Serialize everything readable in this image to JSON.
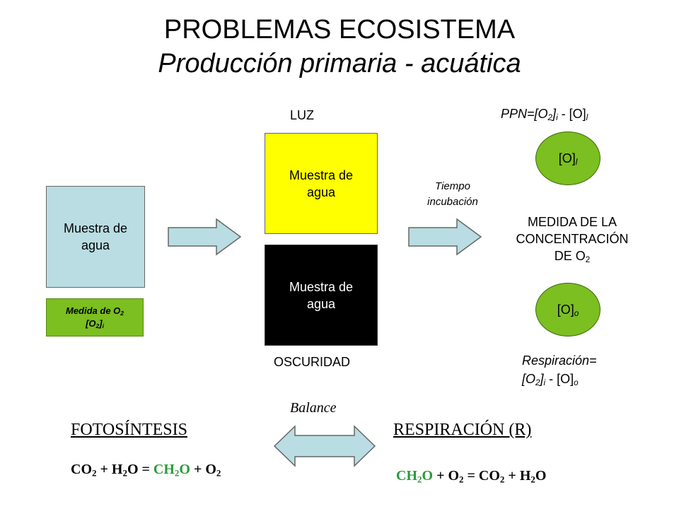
{
  "title": {
    "line1": "PROBLEMAS ECOSISTEMA",
    "line2": "Producción primaria - acuática"
  },
  "initial_sample": {
    "label": "Muestra de agua"
  },
  "initial_measure": {
    "line1_text": "Medida de O",
    "line1_sub": "2",
    "line2_open": "[O",
    "line2_sub": "2",
    "line2_close": "]",
    "line2_index": "i"
  },
  "light": {
    "label": "LUZ",
    "sample_label": "Muestra de agua"
  },
  "dark": {
    "label": "OSCURIDAD",
    "sample_label": "Muestra de agua"
  },
  "incubation": {
    "line1": "Tiempo",
    "line2": "incubación"
  },
  "ppn": {
    "prefix": "PPN=[O",
    "sub": "2",
    "mid_close": "]",
    "index_i": "i",
    "minus": " - [O]",
    "index_l": "l"
  },
  "oval_light": {
    "text": "[O]",
    "index": "l"
  },
  "measure_center": {
    "line1": "MEDIDA DE LA",
    "line2": "CONCENTRACIÓN",
    "line3_text": "DE O",
    "line3_sub": "2"
  },
  "oval_dark": {
    "text": "[O]",
    "index": "o"
  },
  "respiration": {
    "line1": "Respiración=",
    "line2_open": "[O",
    "line2_sub": "2",
    "line2_close": "]",
    "index_i": "i",
    "minus": " - [O]",
    "index_o": "o"
  },
  "balance": {
    "label": "Balance"
  },
  "photosynthesis": {
    "heading": "FOTOSÍNTESIS",
    "equation": {
      "a": "CO",
      "a_sub": "2",
      "b": " + H",
      "b_sub": "2",
      "c": "O = ",
      "product": "CH",
      "product_sub": "2",
      "product_end": "O",
      "d": " + O",
      "d_sub": "2"
    }
  },
  "respiration_process": {
    "heading": "RESPIRACIÓN (R)",
    "equation": {
      "reactant": "CH",
      "reactant_sub": "2",
      "reactant_end": "O",
      "a": " + O",
      "a_sub": "2",
      "b": " = CO",
      "b_sub": "2",
      "c": " + H",
      "c_sub": "2",
      "d": "O"
    }
  },
  "colors": {
    "sample_blue": "#b9dde2",
    "light_yellow": "#ffff00",
    "dark_black": "#000000",
    "accent_green": "#7bbf20",
    "arrow_fill": "#b9dde2",
    "equation_green": "#2a9a3a"
  }
}
